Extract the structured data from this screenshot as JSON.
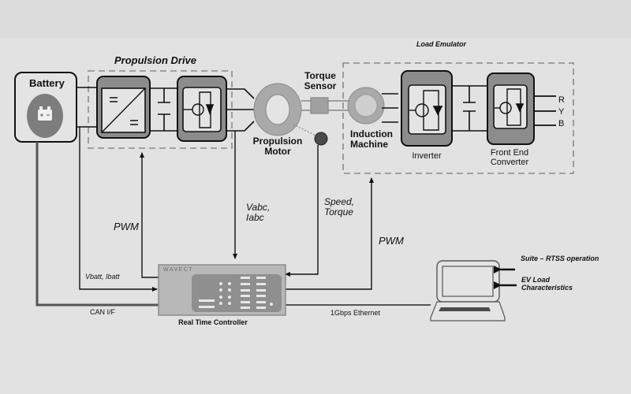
{
  "diagram": {
    "title": "EV Propulsion Drive Hardware-in-the-Loop Test Setup",
    "groups": {
      "propulsion_drive": "Propulsion Drive",
      "load_emulator": "Load Emulator"
    },
    "components": {
      "battery": "Battery",
      "propulsion_motor": [
        "Propulsion",
        "Motor"
      ],
      "torque_sensor": [
        "Torque",
        "Sensor"
      ],
      "induction_machine": [
        "Induction",
        "Machine"
      ],
      "inverter": "Inverter",
      "front_end_converter": [
        "Front End",
        "Converter"
      ],
      "real_time_controller": "Real Time Controller",
      "controller_brand": "WAVECT"
    },
    "phases": [
      "R",
      "Y",
      "B"
    ],
    "signals": {
      "pwm_drive": "PWM",
      "vabc_iabc": [
        "Vabc,",
        "Iabc"
      ],
      "speed_torque": [
        "Speed,",
        "Torque"
      ],
      "pwm_load": "PWM",
      "vbatt_ibatt": "Vbatt, Ibatt",
      "can_if": "CAN I/F",
      "ethernet": "1Gbps Ethernet"
    },
    "laptop_inputs": {
      "suite": "Suite – RTSS operation",
      "ev_load": [
        "EV Load",
        "Characteristics"
      ]
    },
    "colors": {
      "background": "#dcdcdc",
      "block_fill": "#8c8c8c",
      "motor_ring": "#a9a9a9",
      "sensor_dot": "#4a4a4a",
      "line": "#111111"
    }
  }
}
